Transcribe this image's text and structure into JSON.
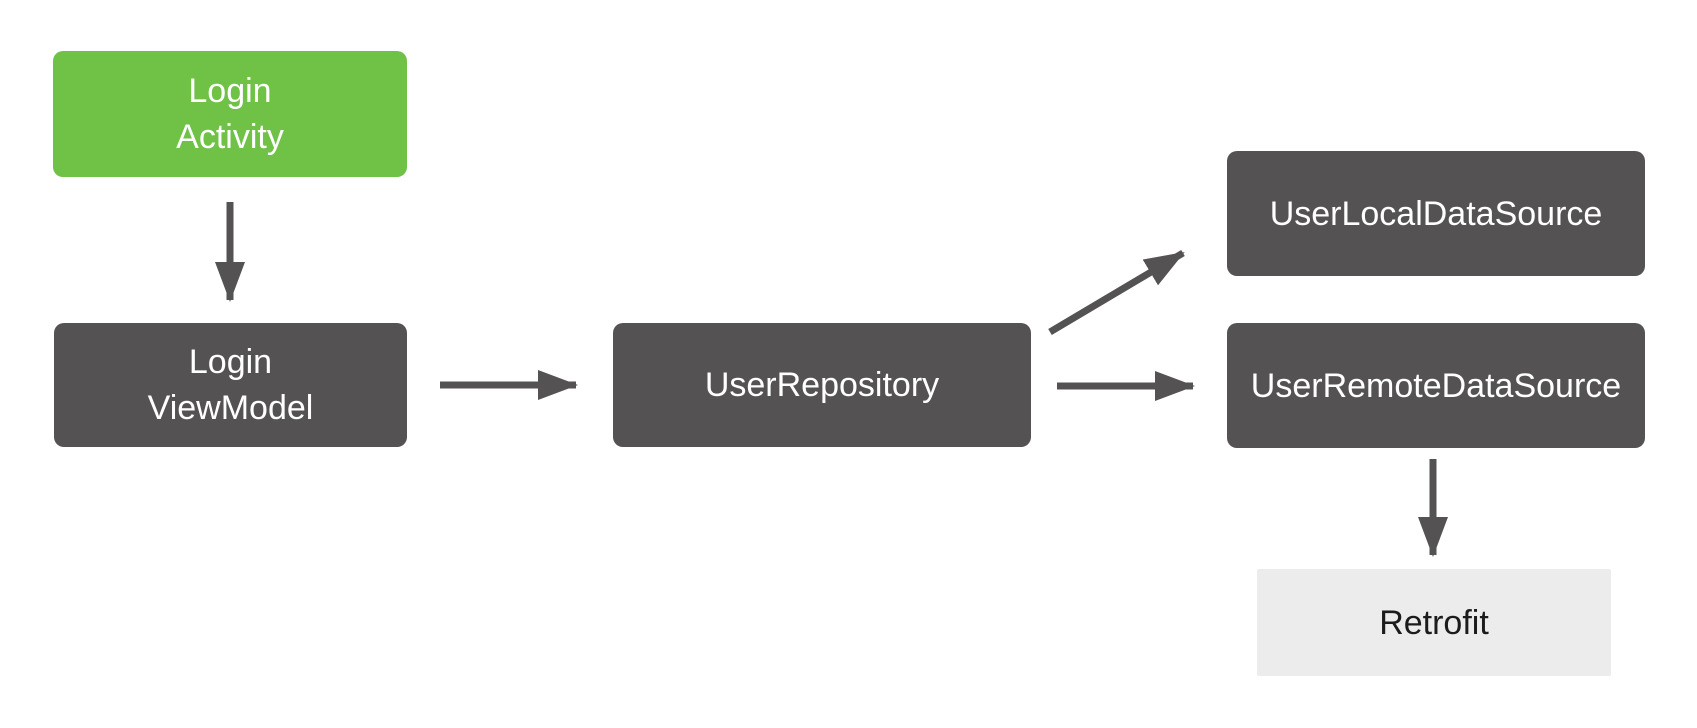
{
  "diagram": {
    "description": "Android app architecture flow diagram",
    "colors": {
      "node_primary": "#70C247",
      "node_dark": "#545252",
      "node_light": "#EDECEC",
      "edge": "#545252",
      "text_on_dark": "#FFFFFF",
      "text_on_light": "#1C1C1C",
      "background": "#FFFFFF"
    },
    "nodes": {
      "login_activity": {
        "label": "Login\nActivity"
      },
      "login_viewmodel": {
        "label": "Login\nViewModel"
      },
      "user_repository": {
        "label": "UserRepository"
      },
      "user_local_data_source": {
        "label": "UserLocalDataSource"
      },
      "user_remote_data_source": {
        "label": "UserRemoteDataSource"
      },
      "retrofit": {
        "label": "Retrofit"
      }
    },
    "edges": [
      {
        "from": "Login Activity",
        "to": "Login ViewModel"
      },
      {
        "from": "Login ViewModel",
        "to": "UserRepository"
      },
      {
        "from": "UserRepository",
        "to": "UserLocalDataSource"
      },
      {
        "from": "UserRepository",
        "to": "UserRemoteDataSource"
      },
      {
        "from": "UserRemoteDataSource",
        "to": "Retrofit"
      }
    ]
  }
}
